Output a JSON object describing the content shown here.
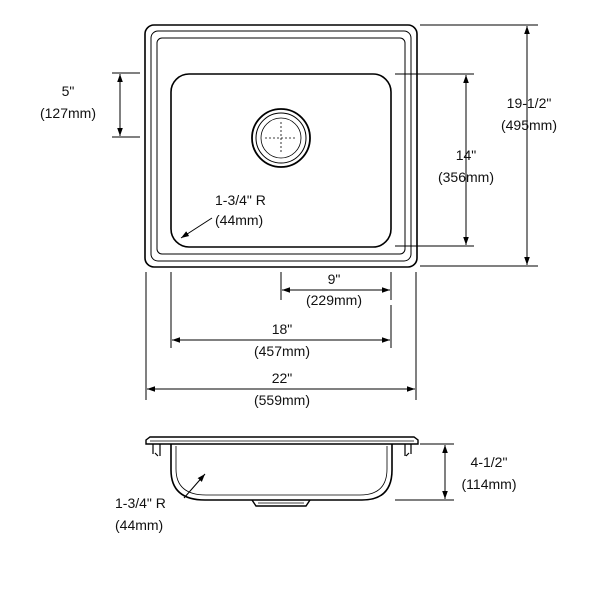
{
  "top_view": {
    "depth_from_edge": {
      "imperial": "5\"",
      "metric": "(127mm)"
    },
    "overall_length": {
      "imperial": "19-1/2\"",
      "metric": "(495mm)"
    },
    "bowl_length": {
      "imperial": "14\"",
      "metric": "(356mm)"
    },
    "corner_radius": {
      "imperial": "1-3/4\" R",
      "metric": "(44mm)"
    },
    "drain_offset": {
      "imperial": "9\"",
      "metric": "(229mm)"
    },
    "bowl_width": {
      "imperial": "18\"",
      "metric": "(457mm)"
    },
    "overall_width": {
      "imperial": "22\"",
      "metric": "(559mm)"
    }
  },
  "side_view": {
    "bowl_depth": {
      "imperial": "4-1/2\"",
      "metric": "(114mm)"
    },
    "corner_radius": {
      "imperial": "1-3/4\" R",
      "metric": "(44mm)"
    }
  }
}
